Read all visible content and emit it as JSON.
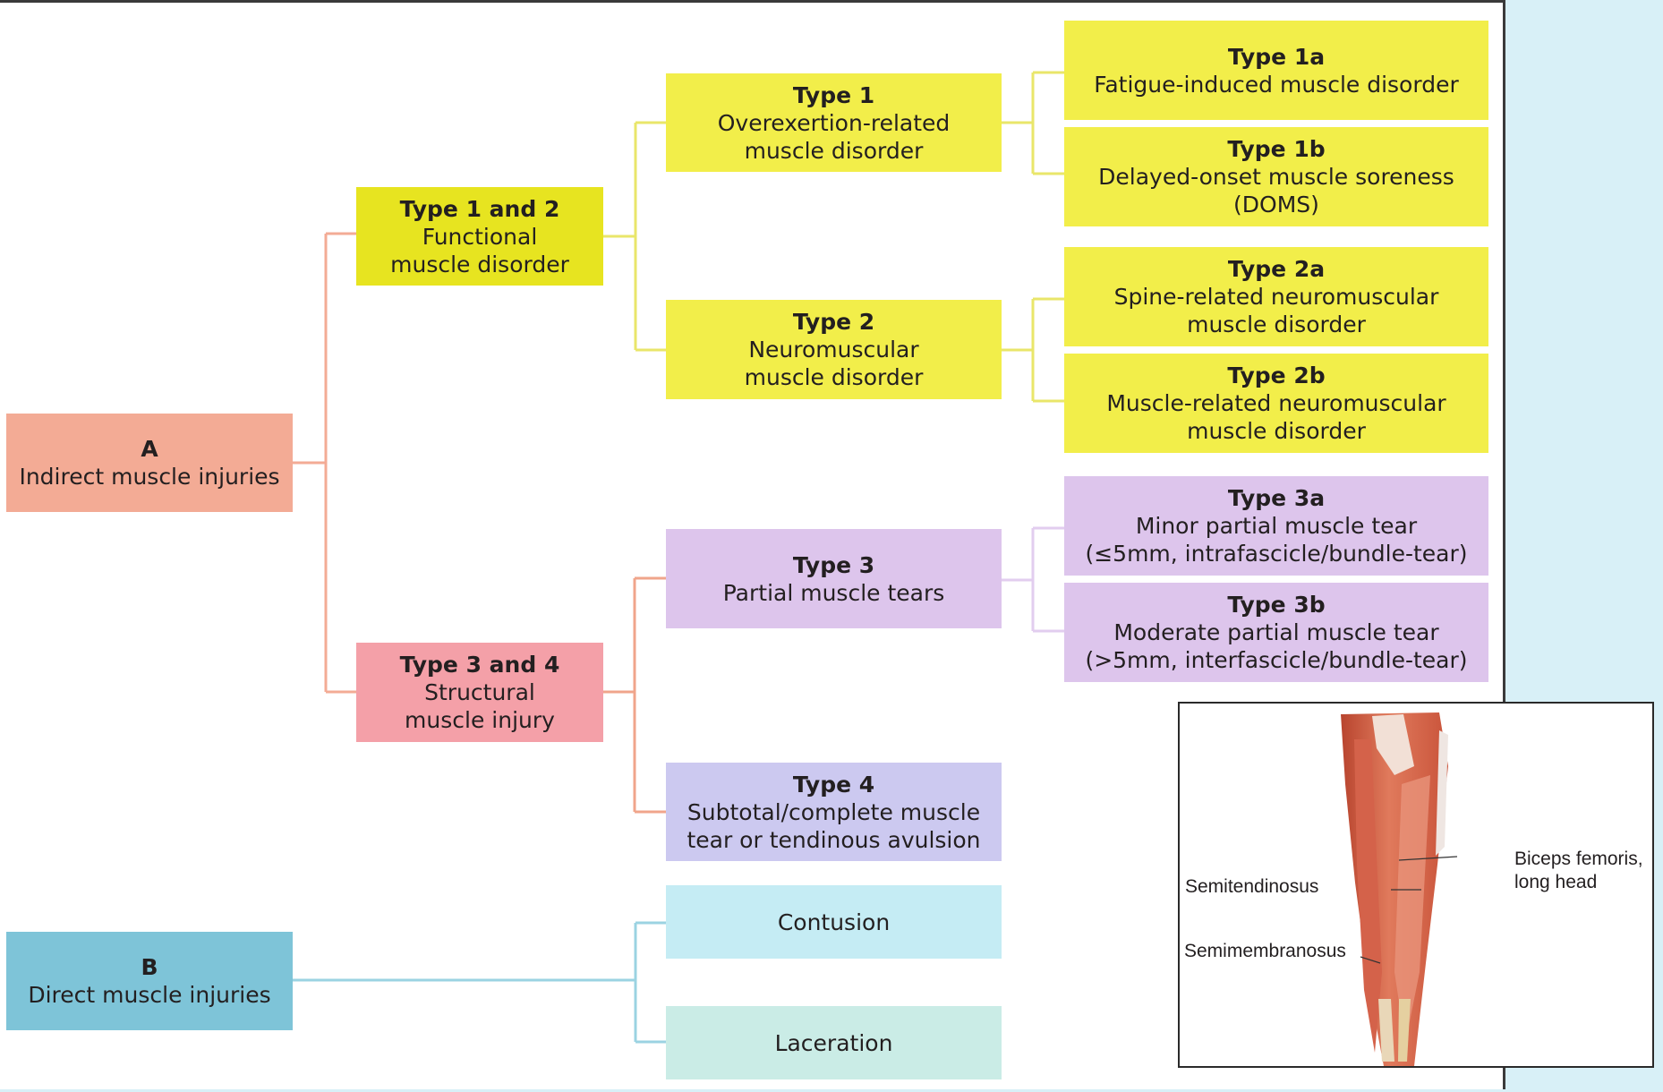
{
  "colors": {
    "indirect": "#f3ab95",
    "direct": "#7ec4d8",
    "functional": "#e7e420",
    "structural": "#f4a0a8",
    "yellow": "#f2ee4a",
    "purple": "#ddc5ec",
    "lavender": "#ccc9f0",
    "contusion": "#c5ecf4",
    "laceration": "#caece6"
  },
  "nodes": {
    "a": {
      "title": "A",
      "desc": "Indirect muscle injuries"
    },
    "b": {
      "title": "B",
      "desc": "Direct muscle injuries"
    },
    "t12": {
      "title": "Type 1 and 2",
      "desc": "Functional\nmuscle disorder"
    },
    "t34": {
      "title": "Type 3 and 4",
      "desc": "Structural\nmuscle injury"
    },
    "t1": {
      "title": "Type 1",
      "desc": "Overexertion-related\nmuscle disorder"
    },
    "t2": {
      "title": "Type 2",
      "desc": "Neuromuscular\nmuscle disorder"
    },
    "t3": {
      "title": "Type 3",
      "desc": "Partial muscle tears"
    },
    "t4": {
      "title": "Type 4",
      "desc": "Subtotal/complete muscle\ntear or tendinous avulsion"
    },
    "t1a": {
      "title": "Type 1a",
      "desc": "Fatigue-induced muscle disorder"
    },
    "t1b": {
      "title": "Type 1b",
      "desc": "Delayed-onset muscle soreness\n(DOMS)"
    },
    "t2a": {
      "title": "Type 2a",
      "desc": "Spine-related neuromuscular\nmuscle disorder"
    },
    "t2b": {
      "title": "Type 2b",
      "desc": "Muscle-related neuromuscular\nmuscle disorder"
    },
    "t3a": {
      "title": "Type 3a",
      "desc": "Minor partial muscle tear\n(≤5mm, intrafascicle/bundle-tear)"
    },
    "t3b": {
      "title": "Type 3b",
      "desc": "Moderate partial muscle tear\n(>5mm, interfascicle/bundle-tear)"
    },
    "contusion": {
      "desc": "Contusion"
    },
    "laceration": {
      "desc": "Laceration"
    }
  },
  "inset": {
    "labels": {
      "biceps": "Biceps femoris,\nlong head",
      "semitendinosus": "Semitendinosus",
      "semimembranosus": "Semimembranosus"
    }
  }
}
